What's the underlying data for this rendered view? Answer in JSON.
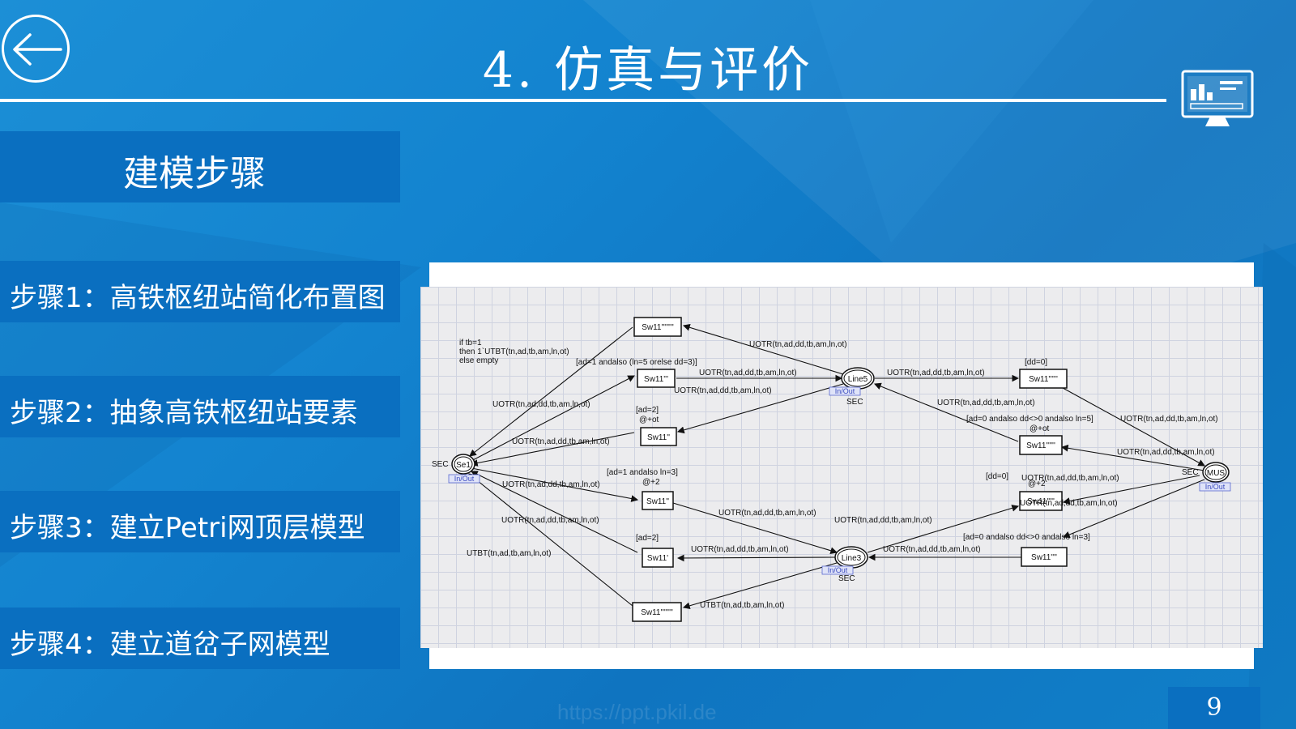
{
  "slide": {
    "title": "4.   仿真与评价",
    "section_heading": "建模步骤",
    "steps": [
      "步骤1：高铁枢纽站简化布置图",
      "步骤2：抽象高铁枢纽站要素",
      "步骤3：建立Petri网顶层模型",
      "步骤4：建立道岔子网模型"
    ],
    "page_number": "9",
    "watermark": "https://ppt.pkil.de"
  },
  "icons": {
    "back": "back-arrow-icon",
    "monitor": "monitor-chart-icon"
  },
  "petri_net": {
    "places": {
      "se1": "Se1",
      "line5": "Line5",
      "line3": "Line3",
      "mus": "MUS",
      "sec": "SEC",
      "inout": "In/Out"
    },
    "transitions": {
      "t1": "Sw11''''''''",
      "t2": "Sw11'''",
      "t3": "Sw11''",
      "t4": "Sw11''",
      "t5": "Sw11'",
      "t6": "Sw11''''''''",
      "t7": "Sw11''''''",
      "t8": "Sw11''''''",
      "t9": "Sw11'''''",
      "t10": "Sw11''''"
    },
    "guards": {
      "g_t1": "if tb=1\nthen 1`UTBT(tn,ad,tb,am,ln,ot)\nelse empty",
      "g_t2": "[ad=1 andalso (ln=5 orelse dd=3)]",
      "g_t3": "[ad=2]\n@+ot",
      "g_t4": "[ad=1 andalso ln=3]\n@+2",
      "g_t5": "[ad=2]",
      "g_t7": "[dd=0]",
      "g_t8": "[ad=0 andalso dd<>0 andalso ln=5]\n@+ot",
      "g_t9": "[dd=0]",
      "g_t9b": "@+2",
      "g_t10": "[ad=0 andalso dd<>0 andalso ln=3]"
    },
    "arc_labels": {
      "a_uotr": "UOTR(tn,ad,dd,tb,am,ln,ot)",
      "a_utbt": "UTBT(tn,ad,tb,am,ln,ot)"
    }
  }
}
